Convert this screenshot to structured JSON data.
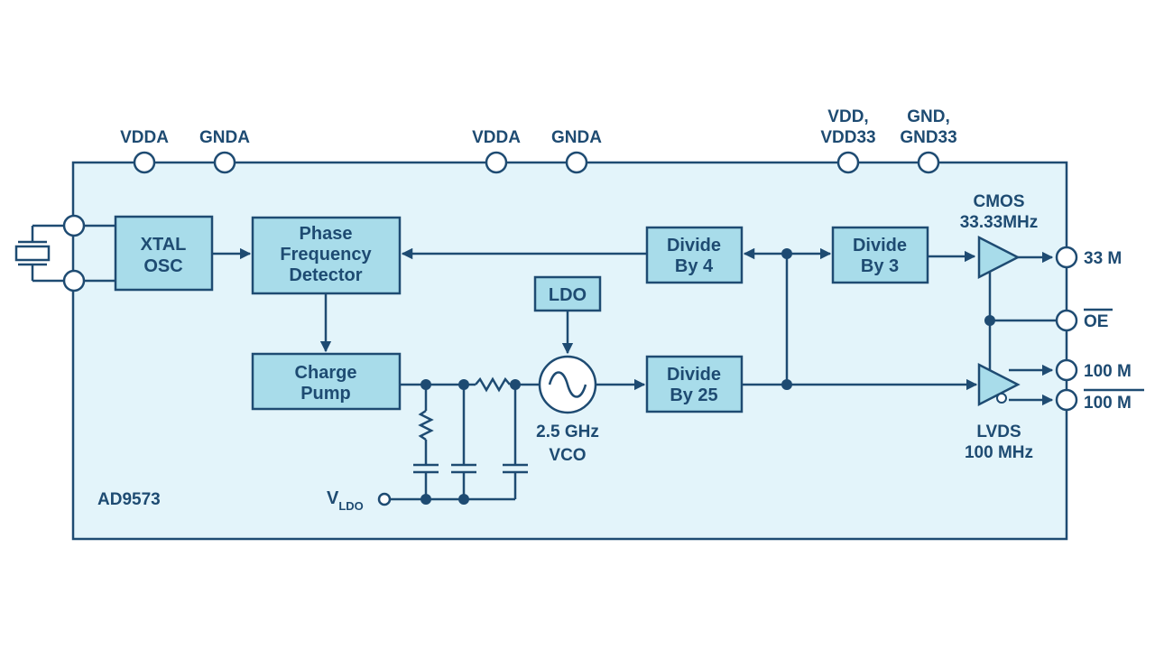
{
  "chip": {
    "name": "AD9573"
  },
  "pins_top": [
    {
      "label": "VDDA"
    },
    {
      "label": "GNDA"
    },
    {
      "label": "VDDA"
    },
    {
      "label": "GNDA"
    },
    {
      "label1": "VDD,",
      "label2": "VDD33"
    },
    {
      "label1": "GND,",
      "label2": "GND33"
    }
  ],
  "blocks": {
    "xtal": {
      "line1": "XTAL",
      "line2": "OSC"
    },
    "pfd": {
      "line1": "Phase",
      "line2": "Frequency",
      "line3": "Detector"
    },
    "charge_pump": {
      "line1": "Charge",
      "line2": "Pump"
    },
    "ldo": {
      "label": "LDO"
    },
    "vco": {
      "line1": "2.5 GHz",
      "line2": "VCO"
    },
    "div4": {
      "line1": "Divide",
      "line2": "By 4"
    },
    "div25": {
      "line1": "Divide",
      "line2": "By 25"
    },
    "div3": {
      "line1": "Divide",
      "line2": "By 3"
    }
  },
  "drivers": {
    "cmos": {
      "line1": "CMOS",
      "line2": "33.33MHz"
    },
    "lvds": {
      "line1": "LVDS",
      "line2": "100 MHz"
    }
  },
  "outputs": {
    "out33": "33 M",
    "oe": "OE",
    "out100": "100 M",
    "out100n": "100 M"
  },
  "vldo": {
    "main": "V",
    "sub": "LDO"
  }
}
